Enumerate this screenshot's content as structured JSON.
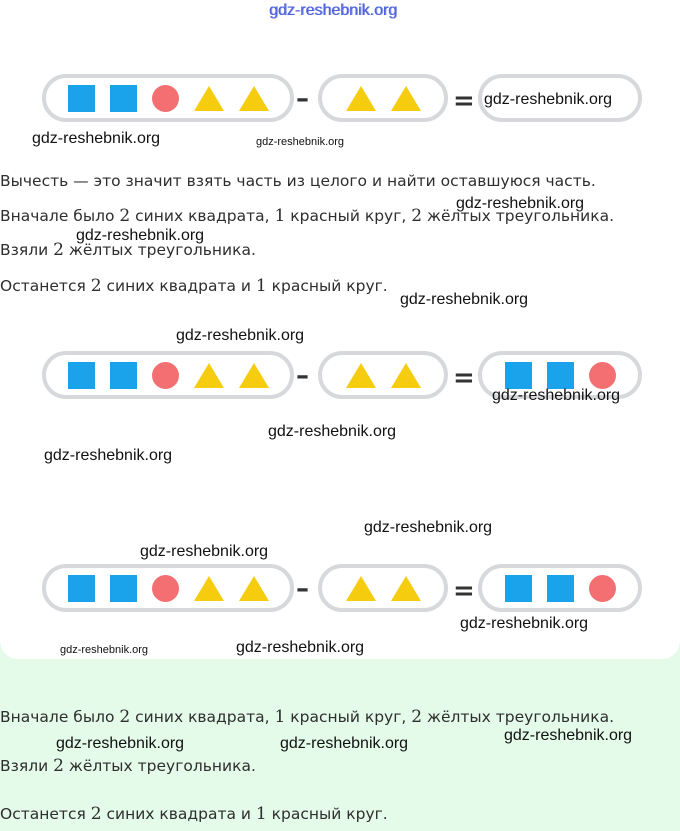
{
  "watermark": "gdz-reshebnik.org",
  "equations": [
    {
      "left": [
        "square",
        "square",
        "circle",
        "triangle",
        "triangle"
      ],
      "minus": "–",
      "middle": [
        "triangle",
        "triangle"
      ],
      "equals": "=",
      "right": []
    },
    {
      "left": [
        "square",
        "square",
        "circle",
        "triangle",
        "triangle"
      ],
      "minus": "–",
      "middle": [
        "triangle",
        "triangle"
      ],
      "equals": "=",
      "right": [
        "square",
        "square",
        "circle"
      ]
    },
    {
      "left": [
        "square",
        "square",
        "circle",
        "triangle",
        "triangle"
      ],
      "minus": "–",
      "middle": [
        "triangle",
        "triangle"
      ],
      "equals": "=",
      "right": [
        "square",
        "square",
        "circle"
      ]
    }
  ],
  "colors": {
    "square": "#1aa3ea",
    "circle": "#f46f72",
    "triangle": "#f5cc0e",
    "box_border": "#d6d8dc",
    "answer_bg": "#e4fbe9"
  },
  "text1": {
    "definition": "Вычесть — это значит взять часть из целого и найти оставшуюся часть.",
    "line1": {
      "a": "Вначале было ",
      "n1": "2",
      "b": " синих квадрата, ",
      "n2": "1",
      "c": " красный круг, ",
      "n3": "2",
      "d": " жёлтых треугольника."
    },
    "line2": {
      "a": "Взяли ",
      "n1": "2",
      "b": " жёлтых треугольника."
    },
    "line3": {
      "a": "Останется ",
      "n1": "2",
      "b": " синих квадрата и ",
      "n2": "1",
      "c": " красный круг."
    }
  },
  "text2": {
    "line1": {
      "a": "Вначале было ",
      "n1": "2",
      "b": " синих квадрата, ",
      "n2": "1",
      "c": " красный круг, ",
      "n3": "2",
      "d": " жёлтых треугольника."
    },
    "line2": {
      "a": "Взяли ",
      "n1": "2",
      "b": " жёлтых треугольника."
    },
    "line3": {
      "a": "Останется ",
      "n1": "2",
      "b": " синих квадрата и ",
      "n2": "1",
      "c": " красный круг."
    }
  }
}
